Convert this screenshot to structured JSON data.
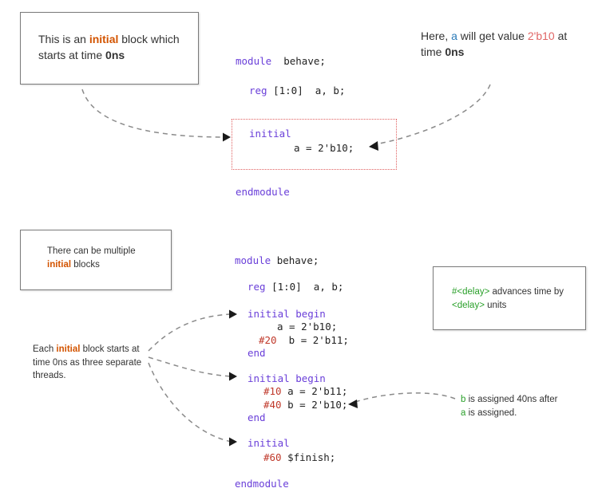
{
  "top": {
    "callout_left": {
      "pre": "This is an ",
      "keyword": "initial",
      "mid": " block which starts at time ",
      "time": "0ns"
    },
    "callout_right": {
      "pre": "Here, ",
      "var": "a",
      "mid": " will get value ",
      "value": "2'b10",
      "post": " at time ",
      "time": "0ns"
    },
    "code": {
      "module_kw": "module",
      "module_name": "behave;",
      "reg_kw": "reg",
      "reg_rest": "[1:0]  a, b;",
      "initial_kw": "initial",
      "assign": "a = 2'b10;",
      "endmodule_kw": "endmodule"
    }
  },
  "bottom": {
    "callout_multi": {
      "pre": "There can be multiple",
      "keyword": "initial",
      "post": " blocks"
    },
    "callout_threads": {
      "pre": "Each ",
      "keyword": "initial",
      "post": " block starts at time 0ns as three separate threads."
    },
    "callout_delay": {
      "delay1": "#<delay>",
      "mid": " advances time by ",
      "delay2": "<delay>",
      "post": " units"
    },
    "callout_assign": {
      "b": "b",
      "mid": " is assigned 40ns after",
      "a": "a",
      "post": " is assigned."
    },
    "code": {
      "module_kw": "module",
      "module_name": "behave;",
      "reg_kw": "reg",
      "reg_rest": "[1:0]  a, b;",
      "block1_kw": "initial begin",
      "block1_line1": "a = 2'b10;",
      "block1_delay2": "#20",
      "block1_line2": "b = 2'b11;",
      "end1": "end",
      "block2_kw": "initial begin",
      "block2_delay1": "#10",
      "block2_line1": "a = 2'b11;",
      "block2_delay2": "#40",
      "block2_line2": "b = 2'b10;",
      "end2": "end",
      "block3_kw": "initial",
      "block3_delay": "#60",
      "block3_stmt": "$finish;",
      "endmodule_kw": "endmodule"
    }
  }
}
